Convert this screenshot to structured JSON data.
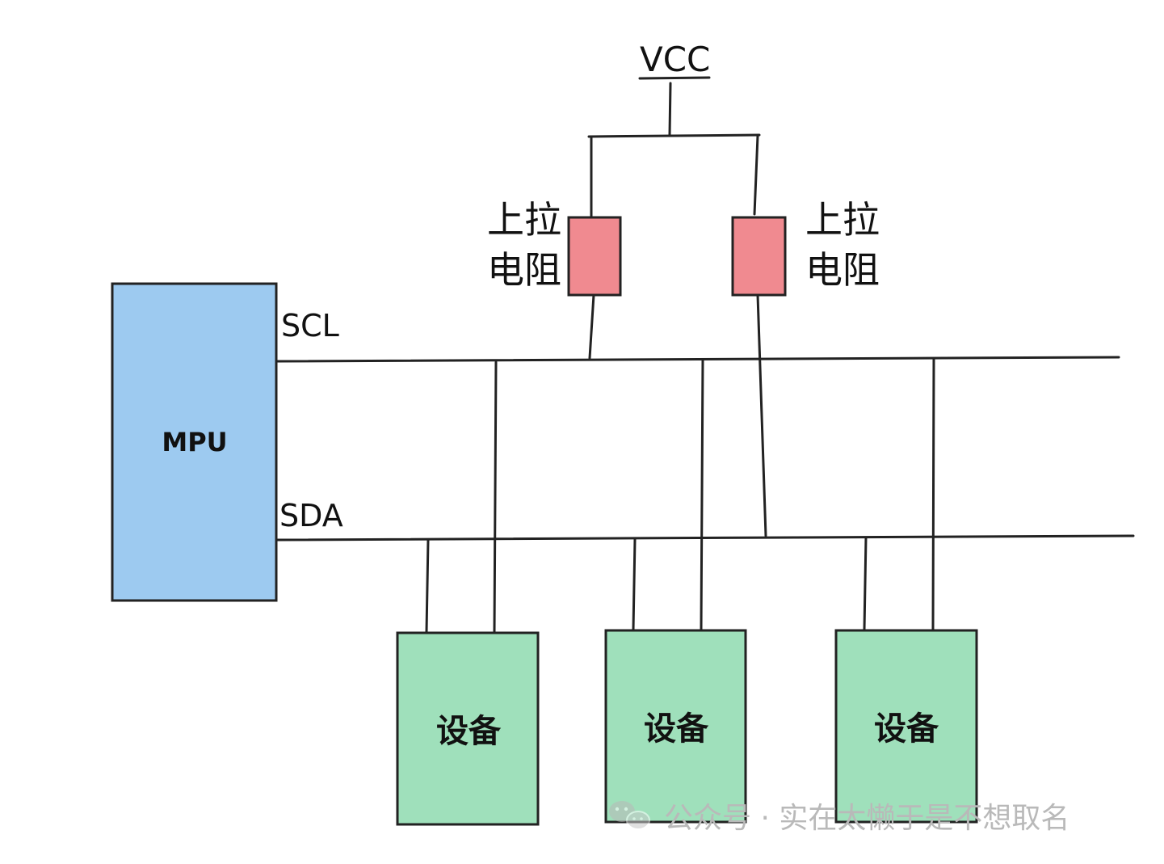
{
  "vcc": {
    "label": "VCC"
  },
  "resistors": [
    {
      "label_line1": "上拉",
      "label_line2": "电阻",
      "fill": "#f08a90"
    },
    {
      "label_line1": "上拉",
      "label_line2": "电阻",
      "fill": "#f08a90"
    }
  ],
  "mpu": {
    "label": "MPU",
    "fill": "#9dcaf0"
  },
  "buses": {
    "scl_label": "SCL",
    "sda_label": "SDA"
  },
  "devices": [
    {
      "label": "设备",
      "fill": "#9fe0bb"
    },
    {
      "label": "设备",
      "fill": "#9fe0bb"
    },
    {
      "label": "设备",
      "fill": "#9fe0bb"
    }
  ],
  "watermark": {
    "text": "公众号 · 实在太懒于是不想取名",
    "icon": "wechat-icon"
  },
  "colors": {
    "stroke": "#222222"
  }
}
